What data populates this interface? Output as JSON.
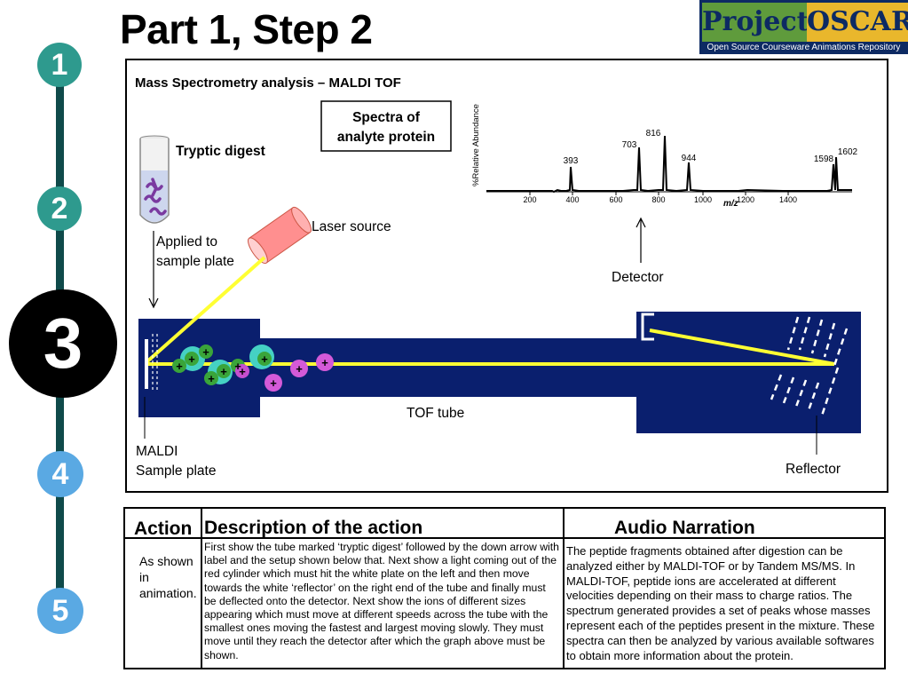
{
  "title": "Part 1, Step 2",
  "logo": {
    "word1": "Project",
    "word2": "OSCAR",
    "tagline": "Open Source Courseware Animations Repository"
  },
  "steps": [
    "1",
    "2",
    "3",
    "4",
    "5"
  ],
  "diagram": {
    "heading": "Mass Spectrometry analysis – MALDI TOF",
    "spectra_box": [
      "Spectra of",
      "analyte protein"
    ],
    "tryptic_label": "Tryptic digest",
    "applied_label": [
      "Applied to",
      "sample plate"
    ],
    "laser_label": "Laser source",
    "detector_label": "Detector",
    "tof_label": "TOF tube",
    "maldi_label": [
      "MALDI",
      "Sample plate"
    ],
    "reflector_label": "Reflector",
    "ion_symbol": "+"
  },
  "spectrum": {
    "ylabel": "%Relative Abundance",
    "xlabel": "m/z",
    "ticks": [
      "200",
      "400",
      "600",
      "800",
      "1000",
      "1200",
      "1400"
    ],
    "peaks": [
      "393",
      "703",
      "816",
      "944",
      "1598",
      "1602"
    ]
  },
  "table": {
    "headers": {
      "action": "Action",
      "description": "Description of the action",
      "audio": "Audio Narration"
    },
    "action_text": "As shown in animation.",
    "description_text": "First show the tube marked ‘tryptic digest’ followed by the down arrow with label and the setup shown below that. Next show a light coming out of the red cylinder which must hit the white plate on the left and then move towards the white ‘reflector’ on the right end of the tube and finally must be deflected onto the detector. Next show the ions of different sizes appearing which must move at different speeds across the tube with the smallest ones moving the fastest and largest moving slowly. They must move until they reach the detector after which the graph above must be shown.",
    "audio_text": "The peptide fragments obtained after digestion can be analyzed either by MALDI-TOF or by Tandem MS/MS. In MALDI-TOF, peptide ions are accelerated at different velocities depending on their mass to charge ratios. The spectrum generated provides a set of peaks whose masses represent each of the peptides present in the mixture. These spectra can then be analyzed by various available softwares to obtain more information about the protein."
  },
  "colors": {
    "tube_blue": "#0a1f6e",
    "beam_yellow": "#ffff33",
    "step_teal": "#2e9a8e",
    "step_blue": "#5aa9e3",
    "timeline": "#0f4a4a"
  }
}
